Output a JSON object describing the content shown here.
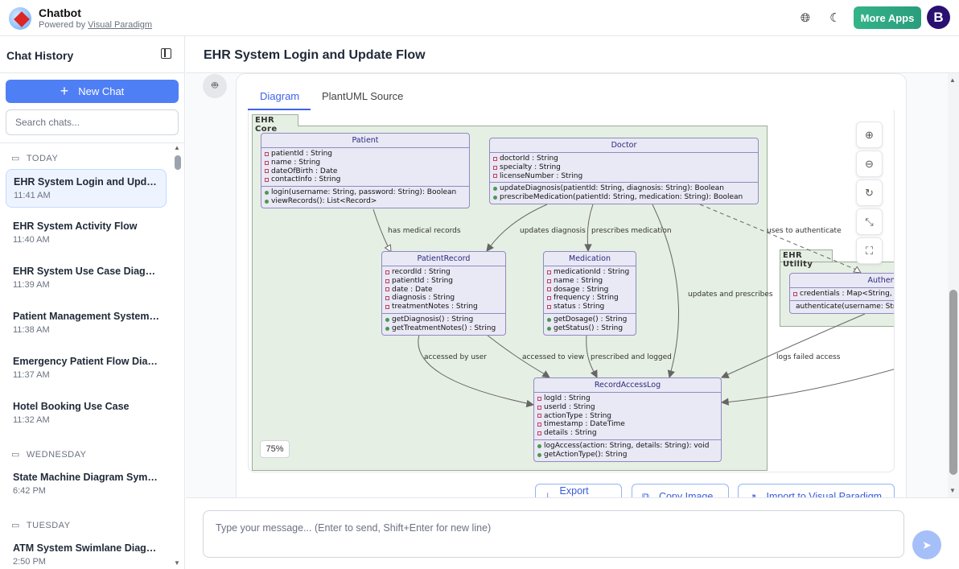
{
  "header": {
    "app_name": "Chatbot",
    "powered_prefix": "Powered by",
    "powered_link": "Visual Paradigm",
    "more_apps": "More Apps",
    "avatar_letter": "B"
  },
  "sidebar": {
    "title": "Chat History",
    "new_chat": "New Chat",
    "search_placeholder": "Search chats...",
    "groups": [
      {
        "label": "TODAY",
        "items": [
          {
            "title": "EHR System Login and Update Flow",
            "time": "11:41 AM",
            "selected": true
          },
          {
            "title": "EHR System Activity Flow",
            "time": "11:40 AM"
          },
          {
            "title": "EHR System Use Case Diagram",
            "time": "11:39 AM"
          },
          {
            "title": "Patient Management System Class Diagram",
            "time": "11:38 AM"
          },
          {
            "title": "Emergency Patient Flow Diagram",
            "time": "11:37 AM"
          },
          {
            "title": "Hotel Booking Use Case",
            "time": "11:32 AM"
          }
        ]
      },
      {
        "label": "WEDNESDAY",
        "items": [
          {
            "title": "State Machine Diagram Symbols",
            "time": "6:42 PM"
          }
        ]
      },
      {
        "label": "TUESDAY",
        "items": [
          {
            "title": "ATM System Swimlane Diagram",
            "time": "2:50 PM"
          }
        ]
      }
    ]
  },
  "main": {
    "title": "EHR System Login and Update Flow",
    "tabs": [
      {
        "label": "Diagram",
        "active": true
      },
      {
        "label": "PlantUML Source"
      }
    ],
    "zoom_level": "75%",
    "actions": {
      "export": "Export SVG",
      "copy": "Copy Image",
      "import": "Import to Visual Paradigm"
    },
    "input_placeholder": "Type your message... (Enter to send, Shift+Enter for new line)"
  },
  "diagram": {
    "packages": [
      {
        "name": "EHR Core"
      },
      {
        "name": "EHR Utility"
      }
    ],
    "classes": [
      {
        "name": "Patient",
        "attributes": [
          "patientId : String",
          "name : String",
          "dateOfBirth : Date",
          "contactInfo : String"
        ],
        "methods": [
          "login(username: String, password: String): Boolean",
          "viewRecords(): List<Record>"
        ]
      },
      {
        "name": "Doctor",
        "attributes": [
          "doctorId : String",
          "specialty : String",
          "licenseNumber : String"
        ],
        "methods": [
          "updateDiagnosis(patientId: String, diagnosis: String): Boolean",
          "prescribeMedication(patientId: String, medication: String): Boolean"
        ]
      },
      {
        "name": "PatientRecord",
        "attributes": [
          "recordId : String",
          "patientId : String",
          "date : Date",
          "diagnosis : String",
          "treatmentNotes : String"
        ],
        "methods": [
          "getDiagnosis() : String",
          "getTreatmentNotes() : String"
        ]
      },
      {
        "name": "Medication",
        "attributes": [
          "medicationId : String",
          "name : String",
          "dosage : String",
          "frequency : String",
          "status : String"
        ],
        "methods": [
          "getDosage() : String",
          "getStatus() : String"
        ]
      },
      {
        "name": "RecordAccessLog",
        "attributes": [
          "logId : String",
          "userId : String",
          "actionType : String",
          "timestamp : DateTime",
          "details : String"
        ],
        "methods": [
          "logAccess(action: String, details: String): void",
          "getActionType(): String"
        ]
      },
      {
        "name": "Authenticator",
        "attributes": [
          "credentials : Map<String, String>"
        ],
        "methods": [
          "authenticate(username: String, password: String): Boolean"
        ]
      }
    ],
    "edges": [
      {
        "label": "has medical records",
        "from": "Patient",
        "to": "PatientRecord"
      },
      {
        "label": "updates diagnosis",
        "from": "Doctor",
        "to": "PatientRecord"
      },
      {
        "label": "prescribes medication",
        "from": "Doctor",
        "to": "Medication"
      },
      {
        "label": "updates and prescribes",
        "from": "Doctor",
        "to": "RecordAccessLog"
      },
      {
        "label": "uses to authenticate",
        "from": "Doctor",
        "to": "Authenticator"
      },
      {
        "label": "accessed by user",
        "from": "PatientRecord",
        "to": "RecordAccessLog"
      },
      {
        "label": "accessed to view",
        "from": "PatientRecord",
        "to": "RecordAccessLog"
      },
      {
        "label": "prescribed and logged",
        "from": "Medication",
        "to": "RecordAccessLog"
      },
      {
        "label": "logs failed access",
        "from": "Authenticator",
        "to": "RecordAccessLog"
      },
      {
        "label": "",
        "from": "",
        "to": "RecordAccessLog"
      }
    ]
  }
}
